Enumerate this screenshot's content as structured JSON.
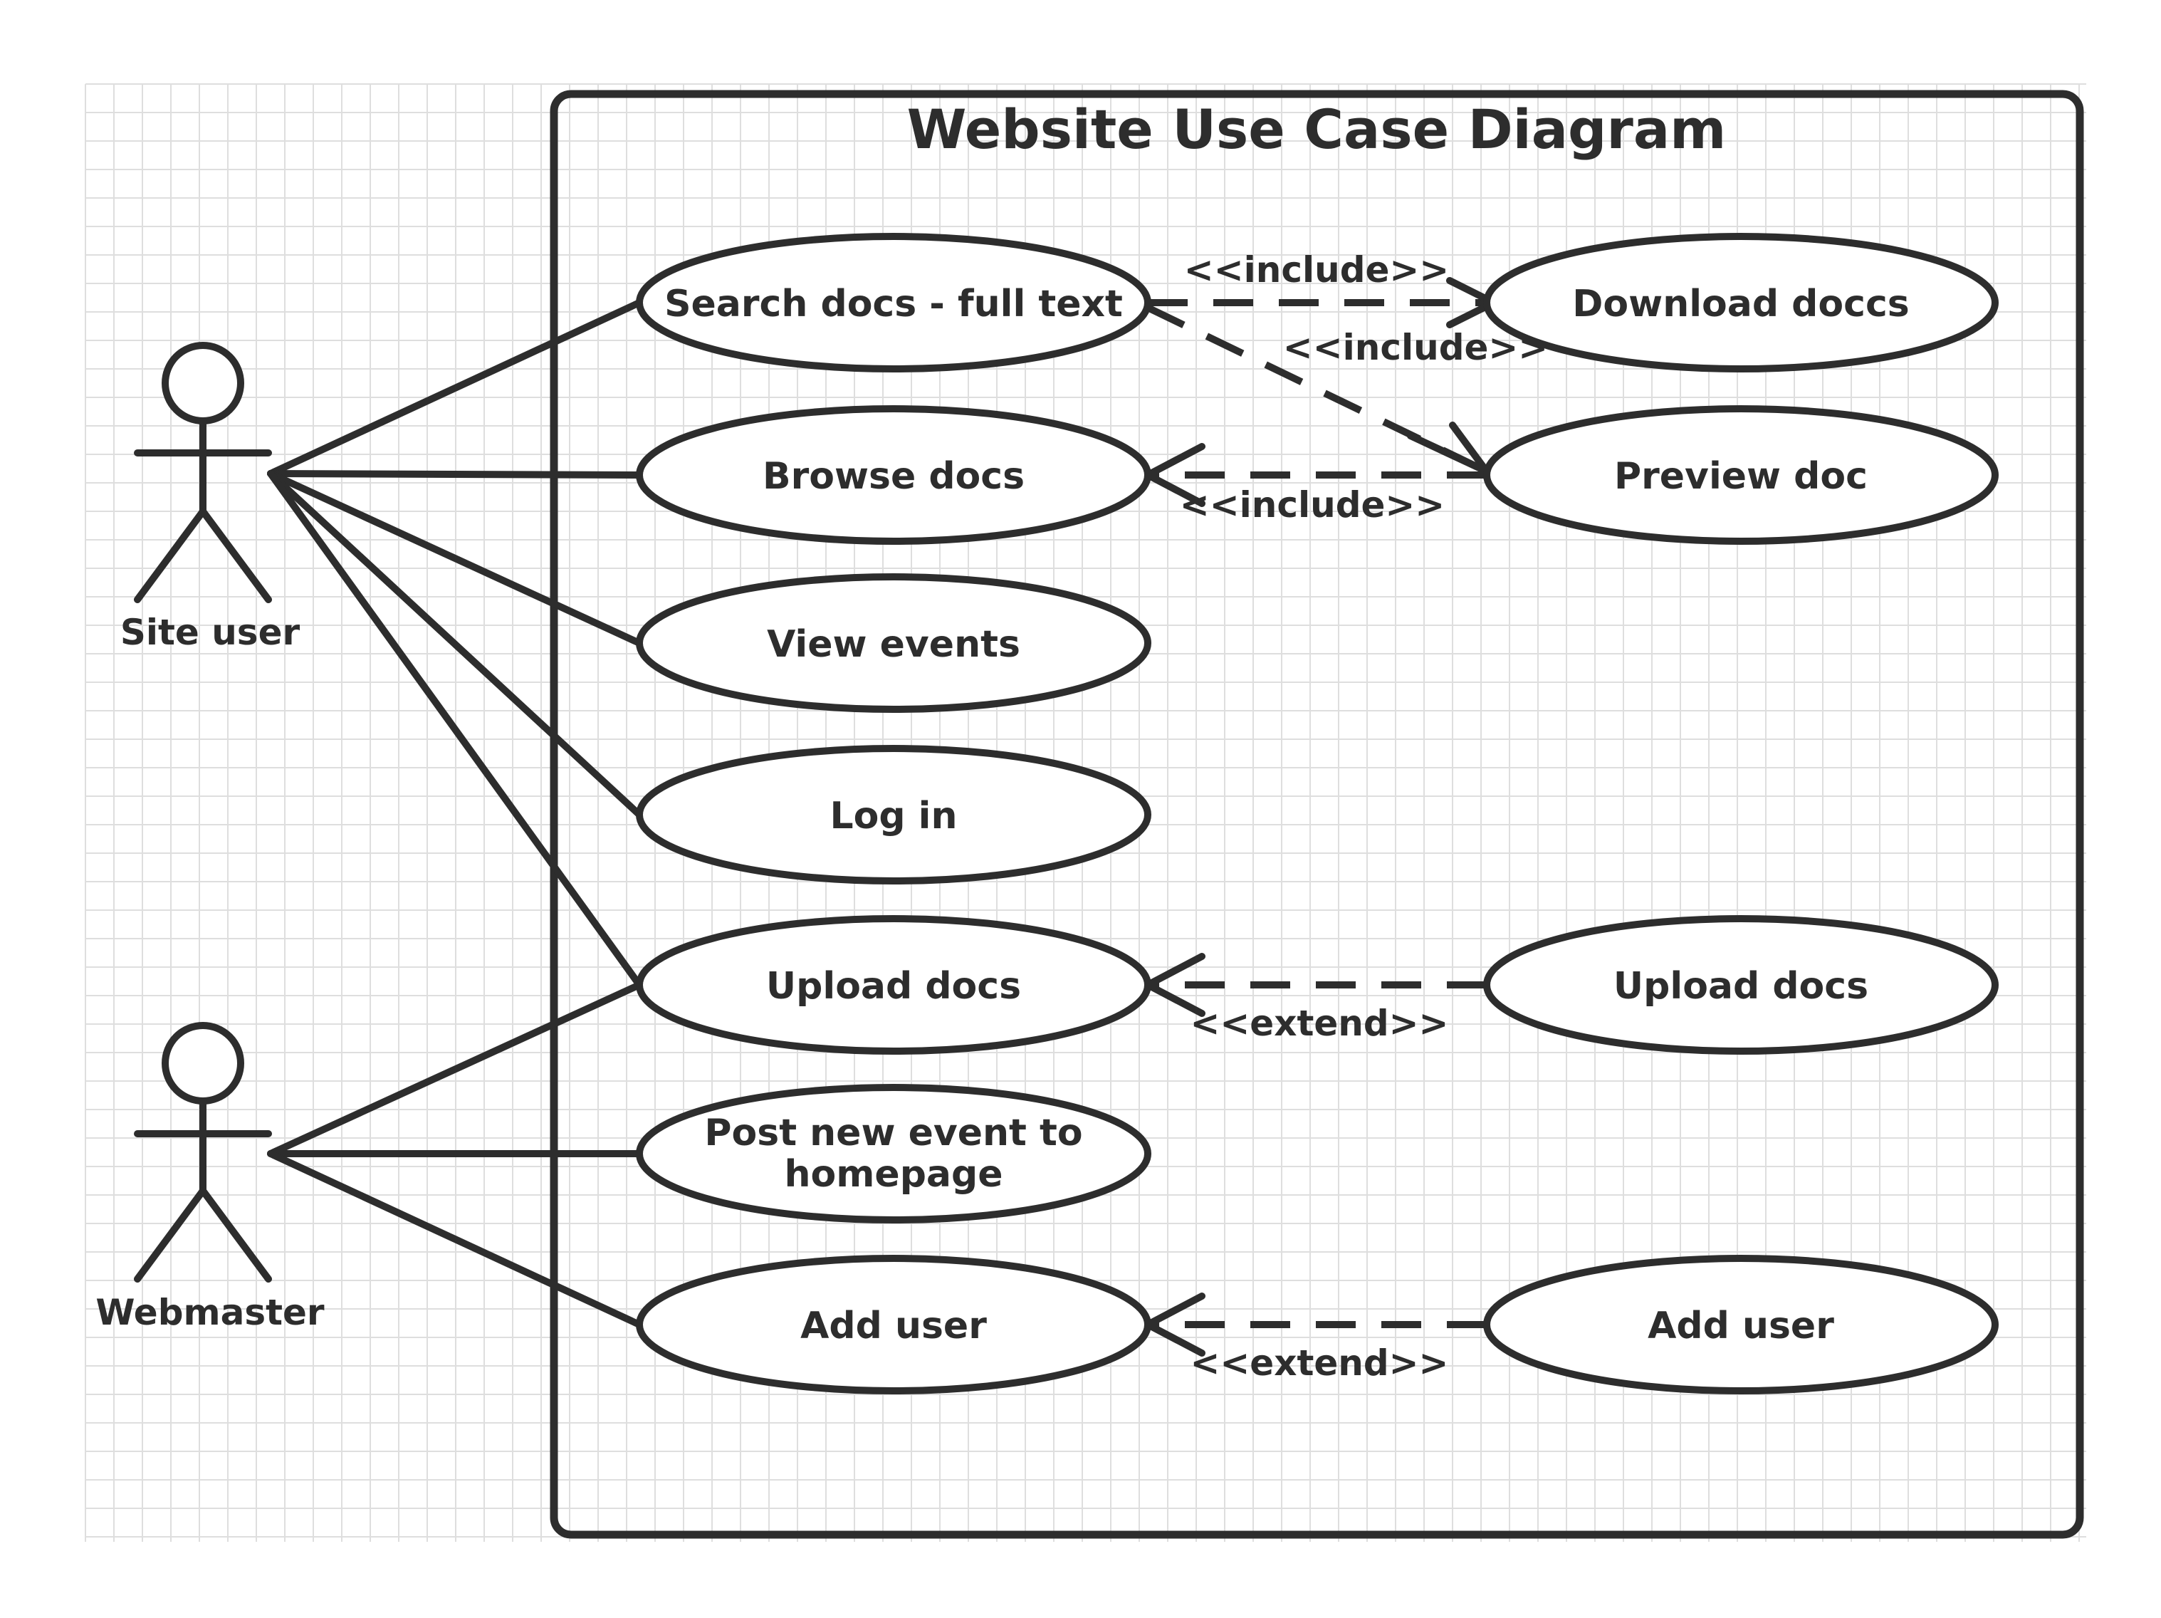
{
  "diagram": {
    "title": "Website Use Case Diagram",
    "actors": [
      {
        "id": "site-user",
        "name": "Site user"
      },
      {
        "id": "webmaster",
        "name": "Webmaster"
      }
    ],
    "use_cases": [
      {
        "id": "search-docs",
        "label": "Search docs - full text"
      },
      {
        "id": "browse-docs",
        "label": "Browse docs"
      },
      {
        "id": "view-events",
        "label": "View events"
      },
      {
        "id": "log-in",
        "label": "Log in"
      },
      {
        "id": "upload-docs",
        "label": "Upload docs"
      },
      {
        "id": "post-event",
        "label_line1": "Post new event to",
        "label_line2": "homepage"
      },
      {
        "id": "add-user",
        "label": "Add user"
      },
      {
        "id": "download-docs",
        "label": "Download doccs"
      },
      {
        "id": "preview-doc",
        "label": "Preview doc"
      },
      {
        "id": "upload-docs-ext",
        "label": "Upload docs"
      },
      {
        "id": "add-user-ext",
        "label": "Add user"
      }
    ],
    "relationships": [
      {
        "from": "search-docs",
        "to": "download-docs",
        "stereotype": "<<include>>"
      },
      {
        "from": "search-docs",
        "to": "preview-doc",
        "stereotype": "<<include>>"
      },
      {
        "from": "preview-doc",
        "to": "browse-docs",
        "stereotype": "<<include>>"
      },
      {
        "from": "upload-docs-ext",
        "to": "upload-docs",
        "stereotype": "<<extend>>"
      },
      {
        "from": "add-user-ext",
        "to": "add-user",
        "stereotype": "<<extend>>"
      }
    ],
    "associations": [
      {
        "actor": "site-user",
        "use_cases": [
          "search-docs",
          "browse-docs",
          "view-events",
          "log-in",
          "upload-docs"
        ]
      },
      {
        "actor": "webmaster",
        "use_cases": [
          "upload-docs",
          "post-event",
          "add-user"
        ]
      }
    ]
  }
}
